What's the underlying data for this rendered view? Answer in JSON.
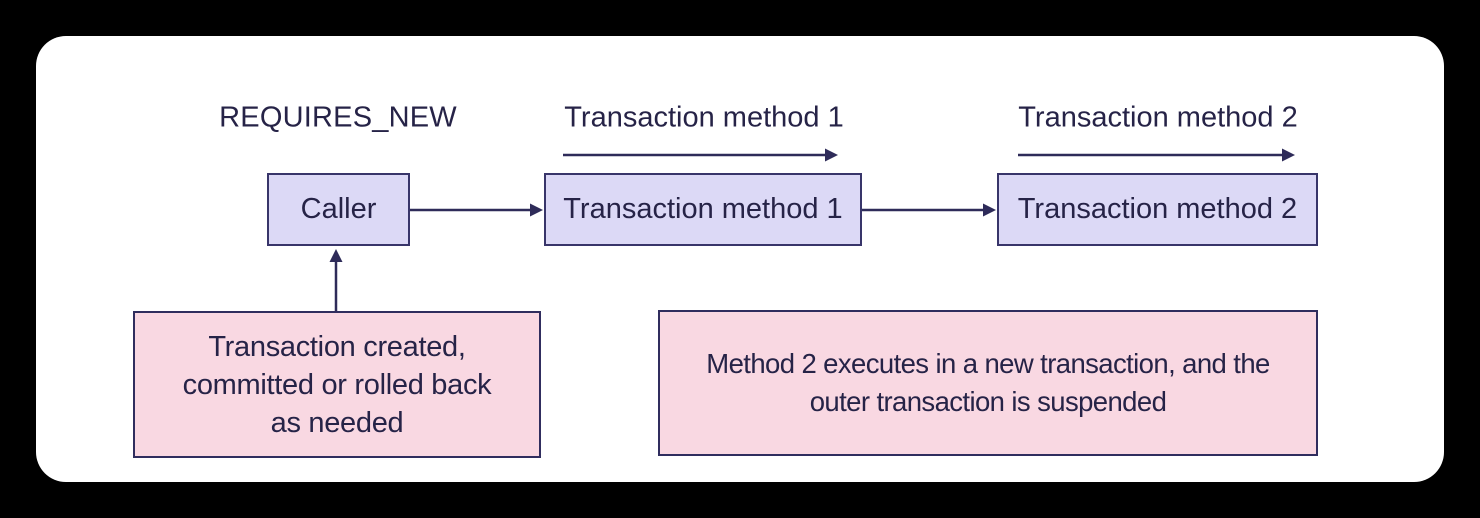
{
  "diagram": {
    "title": "REQUIRES_NEW",
    "timelines": [
      {
        "label": "Transaction method 1"
      },
      {
        "label": "Transaction method 2"
      }
    ],
    "nodes": [
      {
        "id": "caller",
        "label": "Caller"
      },
      {
        "id": "method1",
        "label": "Transaction method 1"
      },
      {
        "id": "method2",
        "label": "Transaction method 2"
      }
    ],
    "notes": [
      {
        "id": "transaction-lifecycle",
        "text": "Transaction created,\ncommitted or rolled back\nas needed"
      },
      {
        "id": "method2-behavior",
        "text": "Method 2 executes in a new transaction, and the\nouter transaction is suspended"
      }
    ],
    "colors": {
      "canvas_background": "#000000",
      "card_background": "#ffffff",
      "node_fill": "#dcd9f6",
      "node_border": "#38356a",
      "note_fill": "#f9d8e2",
      "note_border": "#302d5e",
      "text": "#262347",
      "arrow": "#2e2b59"
    }
  }
}
